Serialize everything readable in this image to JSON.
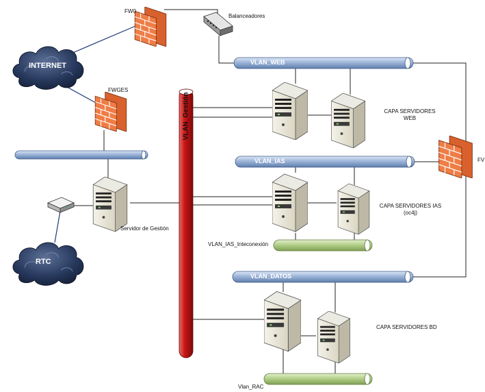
{
  "labels": {
    "fw0": "FW0",
    "balanceadores": "Balanceadores",
    "internet": "INTERNET",
    "fwges": "FWGES",
    "vlan_web": "VLAN_WEB",
    "vlan_gestion": "VLAN_Gestión",
    "capa_web_1": "CAPA SERVIDORES",
    "capa_web_2": "WEB",
    "vlan_ias": "VLAN_IAS",
    "fw_right": "FV",
    "capa_ias_1": "CAPA SERVIDORES IAS",
    "capa_ias_2": "(oc4j)",
    "servidor_gestion": "Servidor de Gestión",
    "vlan_ias_interconexion": "VLAN_IAS_Inteconexión",
    "rtc": "RTC",
    "vlan_datos": "VLAN_DATOS",
    "capa_bd": "CAPA SERVIDORES BD",
    "vlan_rac": "Vlan_RAC"
  },
  "icons": {
    "firewall": "firewall-icon",
    "server": "server-icon",
    "cloud": "cloud-icon",
    "switch": "switch-icon",
    "modem": "modem-icon"
  },
  "colors": {
    "vlan_bus": "#9db5d8",
    "vlan_gestion": "#c81414",
    "rac_bus": "#b3d08a",
    "firewall": "#e8703a",
    "cloud": "#1d2c4a",
    "link": "#1f3a7a"
  }
}
